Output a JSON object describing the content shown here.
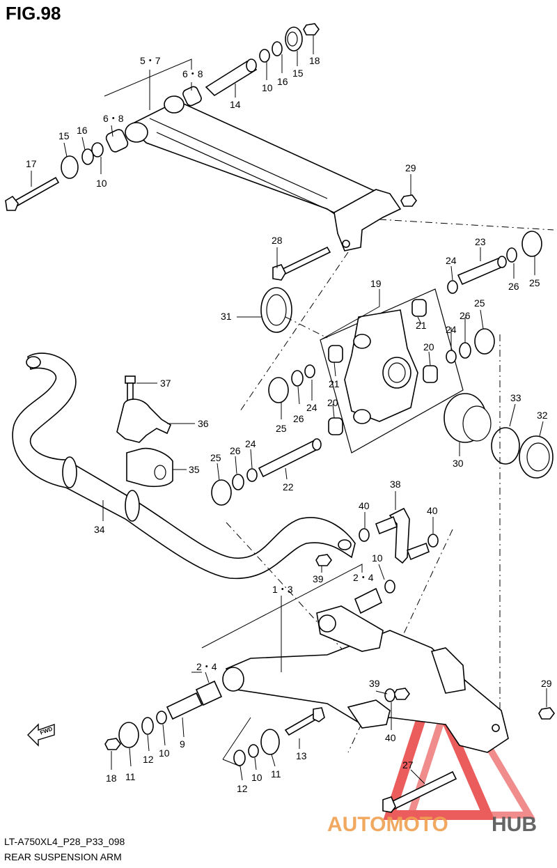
{
  "figure": {
    "title": "FIG.98",
    "code": "LT-A750XL4_P28_P33_098",
    "name": "REAR SUSPENSION ARM",
    "fwd_label": "FWD"
  },
  "watermark": {
    "brand_part1": "AUTOMOTO",
    "brand_part2": "HUB",
    "color_primary": "#f0a050",
    "color_secondary": "#555555",
    "triangle_color": "#e84040"
  },
  "callouts": {
    "c57": "5・7",
    "c68a": "6・8",
    "c68b": "6・8",
    "c14": "14",
    "c10a": "10",
    "c16a": "16",
    "c15a": "15",
    "c18a": "18",
    "c15b": "15",
    "c16b": "16",
    "c17": "17",
    "c10b": "10",
    "c29a": "29",
    "c28": "28",
    "c23": "23",
    "c24a": "24",
    "c26a": "26",
    "c25a": "25",
    "c19": "19",
    "c31": "31",
    "c21a": "21",
    "c21b": "21",
    "c20a": "20",
    "c20b": "20",
    "c24b": "24",
    "c26b": "26",
    "c25b": "25",
    "c37": "37",
    "c36": "36",
    "c35": "35",
    "c34": "34",
    "c25c": "25",
    "c26c": "26",
    "c24c": "24",
    "c22": "22",
    "c24d": "24",
    "c26d": "26",
    "c25d": "25",
    "c33": "33",
    "c32": "32",
    "c30": "30",
    "c38": "38",
    "c40a": "40",
    "c40b": "40",
    "c39a": "39",
    "c10c": "10",
    "c24e": "2・4",
    "c13a": "1・3",
    "c24f": "2・4",
    "c9": "9",
    "c10d": "10",
    "c12a": "12",
    "c11a": "11",
    "c18b": "18",
    "c39b": "39",
    "c40c": "40",
    "c13b": "13",
    "c11b": "11",
    "c10e": "10",
    "c12b": "12",
    "c29b": "29",
    "c27": "27"
  }
}
